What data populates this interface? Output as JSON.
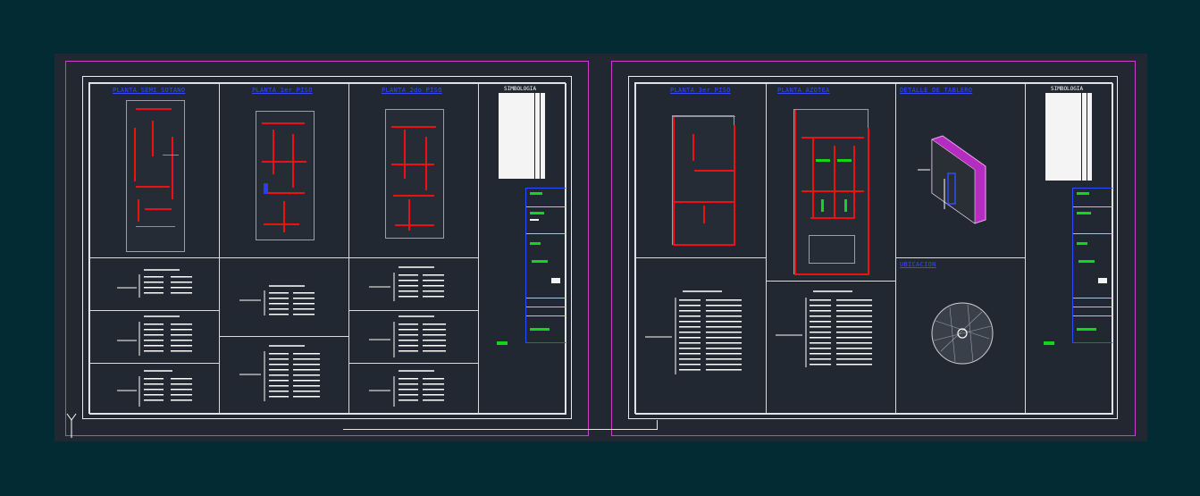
{
  "sheets": [
    {
      "id": "sheet-1",
      "plans": [
        {
          "title": "PLANTA SEMI SOTANO"
        },
        {
          "title": "PLANTA 1er PISO"
        },
        {
          "title": "PLANTA 2do PISO"
        }
      ],
      "legend_title": "SIMBOLOGIA"
    },
    {
      "id": "sheet-2",
      "plans": [
        {
          "title": "PLANTA 3er PISO"
        },
        {
          "title": "PLANTA AZOTEA"
        },
        {
          "title": "DETALLE DE TABLERO"
        }
      ],
      "location_title": "UBICACION",
      "legend_title": "SIMBOLOGIA"
    }
  ],
  "colors": {
    "background": "#022b33",
    "viewport": "#222831",
    "sheet_border": "#c93fd1",
    "frame": "#e9ecf0",
    "title_blue": "#2e4dff",
    "wall_red": "#e11111",
    "green": "#13d61a",
    "yellow": "#d7d21c"
  },
  "icons": {
    "ucs": "ucs-axis-icon",
    "panel": "electrical-panel-icon",
    "location": "location-map-icon"
  }
}
